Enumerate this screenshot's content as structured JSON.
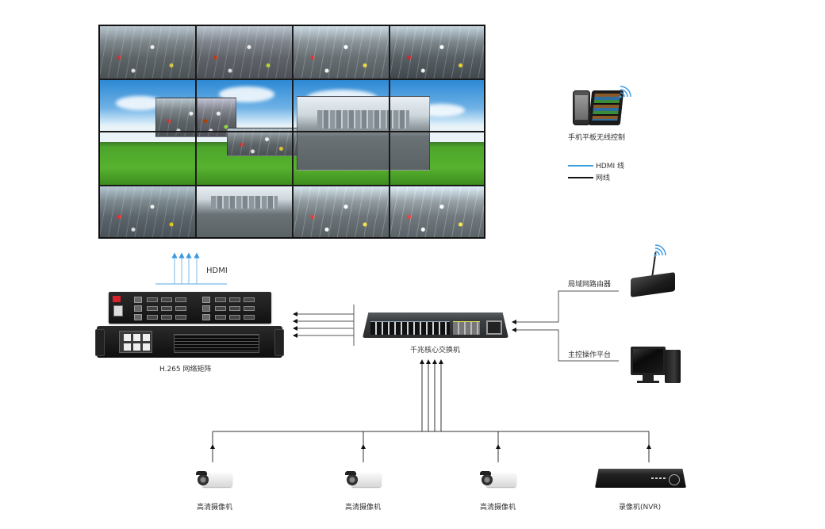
{
  "diagram": {
    "title": "",
    "nodes": {
      "video_wall": {
        "label": "",
        "rows": 4,
        "cols": 4
      },
      "mobile_control": {
        "label": "手机平板无线控制"
      },
      "matrix": {
        "label": "H.265 网络矩阵"
      },
      "core_switch": {
        "label": "千兆核心交换机"
      },
      "router": {
        "label": "局域网路由器"
      },
      "control_platform": {
        "label": "主控操作平台"
      },
      "cameras": [
        {
          "label": "高清摄像机"
        },
        {
          "label": "高清摄像机"
        },
        {
          "label": "高清摄像机"
        }
      ],
      "nvr": {
        "label": "录像机(NVR)"
      }
    },
    "edges": [
      {
        "from": "matrix",
        "to": "video_wall",
        "type": "hdmi",
        "count": 4,
        "label": "HDMI"
      },
      {
        "from": "core_switch",
        "to": "matrix",
        "type": "network",
        "count": 4
      },
      {
        "from": "router",
        "to": "core_switch",
        "type": "network",
        "count": 1
      },
      {
        "from": "control_platform",
        "to": "core_switch",
        "type": "network",
        "count": 1
      },
      {
        "from": "bus",
        "to": "core_switch",
        "type": "network",
        "count": 4
      },
      {
        "from": "cameras.0",
        "to": "bus",
        "type": "network",
        "count": 1
      },
      {
        "from": "cameras.1",
        "to": "bus",
        "type": "network",
        "count": 1
      },
      {
        "from": "cameras.2",
        "to": "bus",
        "type": "network",
        "count": 1
      },
      {
        "from": "nvr",
        "to": "bus",
        "type": "network",
        "count": 1
      }
    ],
    "legend": [
      {
        "label": "HDMI 线",
        "color": "#3fa0e0",
        "kind": "hdmi"
      },
      {
        "label": "网线",
        "color": "#111111",
        "kind": "network"
      }
    ],
    "colors": {
      "hdmi": "#4aa6e3",
      "network": "#333333",
      "wifi": "#3d9be0"
    }
  }
}
